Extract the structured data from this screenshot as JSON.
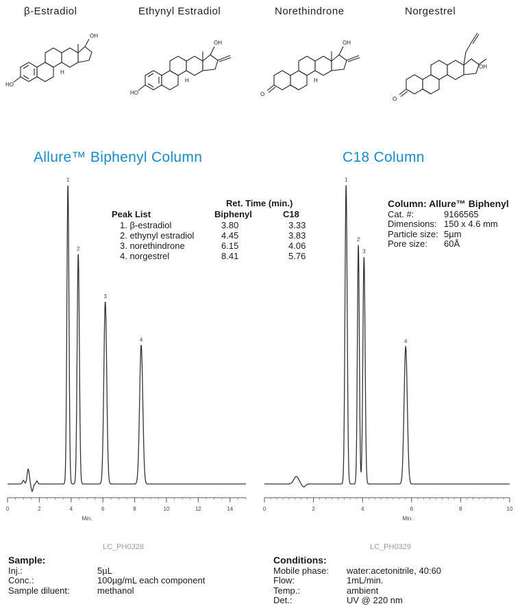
{
  "compounds": [
    {
      "name": "β-Estradiol"
    },
    {
      "name": "Ethynyl Estradiol"
    },
    {
      "name": "Norethindrone"
    },
    {
      "name": "Norgestrel"
    }
  ],
  "structure_labels": {
    "oh": "OH",
    "ho": "HO",
    "o": "O",
    "h": "H"
  },
  "peak_table": {
    "ret_time_header": "Ret. Time (min.)",
    "list_header": "Peak List",
    "col1": "Biphenyl",
    "col2": "C18",
    "rows": [
      {
        "label": "1. β-estradiol",
        "biphenyl": "3.80",
        "c18": "3.33"
      },
      {
        "label": "2. ethynyl estradiol",
        "biphenyl": "4.45",
        "c18": "3.83"
      },
      {
        "label": "3. norethindrone",
        "biphenyl": "6.15",
        "c18": "4.06"
      },
      {
        "label": "4. norgestrel",
        "biphenyl": "8.41",
        "c18": "5.76"
      }
    ]
  },
  "column_info": {
    "title": "Column: Allure™ Biphenyl",
    "rows": [
      {
        "label": "Cat. #:",
        "value": "9166565"
      },
      {
        "label": "Dimensions:",
        "value": "150 x 4.6 mm"
      },
      {
        "label": "Particle size:",
        "value": "5µm"
      },
      {
        "label": "Pore size:",
        "value": "60Å"
      }
    ]
  },
  "sample": {
    "title": "Sample:",
    "rows": [
      {
        "label": "Inj.:",
        "value": "5µL"
      },
      {
        "label": "Conc.:",
        "value": "100µg/mL each component"
      },
      {
        "label": "Sample diluent:",
        "value": "methanol"
      }
    ]
  },
  "conditions": {
    "title": "Conditions:",
    "rows": [
      {
        "label": "Mobile phase:",
        "value": "water:acetonitrile, 40:60"
      },
      {
        "label": "Flow:",
        "value": "1mL/min."
      },
      {
        "label": "Temp.:",
        "value": "ambient"
      },
      {
        "label": "Det.:",
        "value": "UV @ 220 nm"
      }
    ]
  },
  "chart_data": [
    {
      "type": "line",
      "title": "Allure™ Biphenyl Column",
      "xlabel": "Min.",
      "code": "LC_PH0328",
      "xlim": [
        0,
        15
      ],
      "xticks": [
        0,
        2,
        4,
        6,
        8,
        10,
        12,
        14
      ],
      "grid": false,
      "peaks": [
        {
          "label": "1",
          "rt": 3.8,
          "height": 1.0,
          "width": 0.065
        },
        {
          "label": "2",
          "rt": 4.45,
          "height": 0.77,
          "width": 0.07
        },
        {
          "label": "3",
          "rt": 6.15,
          "height": 0.61,
          "width": 0.09
        },
        {
          "label": "4",
          "rt": 8.41,
          "height": 0.465,
          "width": 0.1
        }
      ],
      "disturbance": [
        {
          "rt": 1.0,
          "height": 0.012,
          "width": 0.06
        },
        {
          "rt": 1.3,
          "height": 0.05,
          "width": 0.07
        },
        {
          "rt": 1.55,
          "height": -0.025,
          "width": 0.06
        },
        {
          "rt": 1.85,
          "height": 0.01,
          "width": 0.05
        }
      ]
    },
    {
      "type": "line",
      "title": "C18 Column",
      "xlabel": "Min.",
      "code": "LC_PH0329",
      "xlim": [
        0,
        10
      ],
      "xticks": [
        0,
        2,
        4,
        6,
        8,
        10
      ],
      "grid": false,
      "peaks": [
        {
          "label": "1",
          "rt": 3.33,
          "height": 1.0,
          "width": 0.045
        },
        {
          "label": "2",
          "rt": 3.83,
          "height": 0.8,
          "width": 0.04
        },
        {
          "label": "3",
          "rt": 4.06,
          "height": 0.76,
          "width": 0.045
        },
        {
          "label": "4",
          "rt": 5.76,
          "height": 0.46,
          "width": 0.065
        }
      ],
      "disturbance": [
        {
          "rt": 1.3,
          "height": 0.025,
          "width": 0.1
        },
        {
          "rt": 1.6,
          "height": -0.01,
          "width": 0.07
        }
      ]
    }
  ]
}
